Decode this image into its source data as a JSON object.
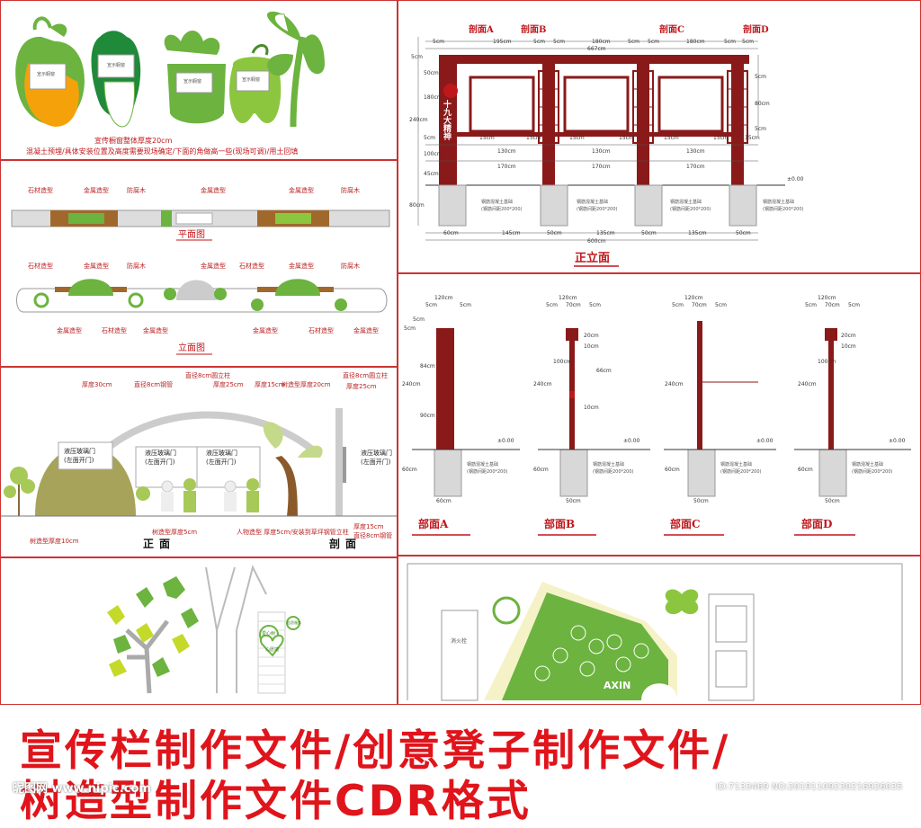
{
  "panel1": {
    "tag_labels": [
      "宣示橱窗",
      "宣示橱窗",
      "宣示橱窗",
      "宣示橱窗"
    ],
    "note1": "宣传橱窗整体厚度20cm",
    "note2": "混凝土预埋/具体安装位置及高度需要现场确定/下面的角做高一些(现场可调)/用土回填"
  },
  "panel2": {
    "top_labels": [
      "石材造型",
      "金属造型",
      "防腐木",
      "金属造型",
      "金属造型",
      "防腐木"
    ],
    "plan_title": "平面图",
    "mid_labels": [
      "石材造型",
      "金属造型",
      "防腐木",
      "金属造型",
      "石材造型",
      "金属造型",
      "防腐木"
    ],
    "bottom_labels": [
      "金属造型",
      "石材造型",
      "金属造型",
      "金属造型",
      "石材造型",
      "金属造型"
    ],
    "elev_title": "立面图"
  },
  "panel3": {
    "labels": [
      "厚度30cm",
      "直径8cm钢管",
      "直径8cm圆立柱",
      "厚度25cm",
      "厚度15cm",
      "树造型厚度20cm",
      "直径8cm圆立柱",
      "厚度25cm"
    ],
    "board1": "液压玻璃门",
    "board1_sub": "(左面开门)",
    "board2": "液压玻璃门",
    "board2_sub": "(左面开门)",
    "board3": "液压玻璃门",
    "board3_sub": "(左面开门)",
    "board4": "液压玻璃门",
    "board4_sub": "(左面开门)",
    "bottom_labels": [
      "树造型厚度10cm",
      "树造型厚度5cm",
      "人物造型 厚度5cm/安装到草坪钢管立柱",
      "厚度15cm",
      "直径8cm钢管"
    ],
    "title_front": "正面",
    "title_section": "剖面"
  },
  "panel4": {
    "labels": [
      "爱心树",
      "心愿墙",
      "志愿服务"
    ]
  },
  "elevation": {
    "section_tags": [
      "剖面A",
      "剖面B",
      "剖面C",
      "剖面D"
    ],
    "top_dims": [
      "5cm",
      "195cm",
      "5cm",
      "5cm",
      "180cm",
      "5cm",
      "5cm",
      "180cm",
      "5cm",
      "5cm"
    ],
    "total_dim": "667cm",
    "left_dims": [
      "5cm",
      "50cm",
      "180cm",
      "240cm",
      "5cm",
      "100cm",
      "45cm",
      "80cm"
    ],
    "inner_dims": [
      "15cm",
      "15cm",
      "130cm",
      "15cm",
      "15cm",
      "130cm",
      "15cm",
      "15cm",
      "130cm",
      "15cm"
    ],
    "bottom_dims": [
      "170cm",
      "170cm",
      "170cm"
    ],
    "ground_level": "±0.00",
    "footing_note": "钢筋混凝土基础",
    "footing_sub": "(钢筋间距200*200)",
    "base_dims": [
      "60cm",
      "145cm",
      "50cm",
      "135cm",
      "50cm",
      "135cm",
      "50cm"
    ],
    "base_total": "600cm",
    "side_dims": [
      "5cm",
      "80cm",
      "5cm"
    ],
    "sign_text": "十九大精神",
    "title": "正立面"
  },
  "sections": {
    "titles": [
      "部面A",
      "部面B",
      "部面C",
      "部面D"
    ],
    "top_dims": [
      [
        "120cm",
        "5cm",
        "5cm",
        "5cm"
      ],
      [
        "120cm",
        "5cm",
        "70cm",
        "5cm"
      ],
      [
        "120cm",
        "5cm",
        "70cm",
        "5cm"
      ],
      [
        "120cm",
        "5cm",
        "70cm",
        "5cm"
      ]
    ],
    "a_dims": [
      "5cm",
      "84cm",
      "240cm",
      "90cm",
      "60cm",
      "60cm"
    ],
    "b_dims": [
      "20cm",
      "10cm",
      "100cm",
      "66cm",
      "10cm",
      "240cm",
      "60cm",
      "50cm"
    ],
    "c_dims": [
      "240cm",
      "60cm",
      "50cm"
    ],
    "d_dims": [
      "20cm",
      "10cm",
      "100cm",
      "240cm",
      "60cm",
      "50cm"
    ],
    "ground": "±0.00",
    "footing_note": "钢筋混凝土基础",
    "footing_sub": "(钢筋间距200*200)"
  },
  "panel6": {
    "door_label": "消火栓",
    "logo_text": "AXIN"
  },
  "banner": {
    "line1": "宣传栏制作文件/创意凳子制作文件/",
    "line2": "树造型制作文件CDR格式",
    "watermark_left": "昵图网 www.nipic.com",
    "watermark_right": "ID:7133469 NO:20191109230216926035"
  },
  "colors": {
    "frame_red": "#8a1a1a",
    "title_red": "#c0171c",
    "green": "#6cb33f",
    "orange": "#f5a20a",
    "concrete": "#d8d8d8"
  }
}
